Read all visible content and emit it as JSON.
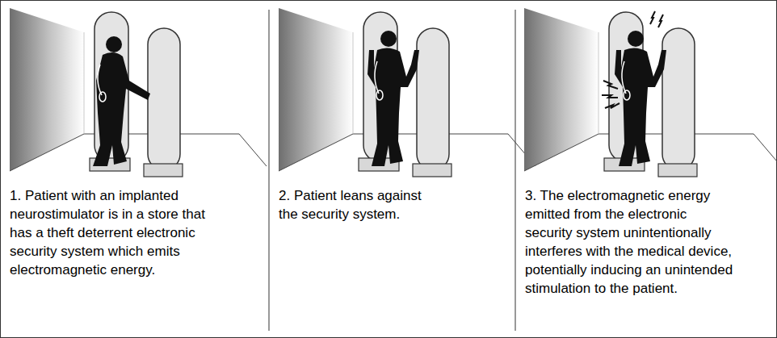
{
  "diagram": {
    "nodes": [
      {
        "text": [
          "1. Patient with an implanted neurostimulator is in a store that has a theft deterrent electronic security system which emits electromagnetic energy."
        ]
      },
      {
        "text": [
          "2. Patient leans against the security system."
        ]
      },
      {
        "text": [
          "3. The electromagnetic energy emitted from the electronic security system unintentionally interferes with the medical device, potentially inducing an unintended stimulation to the patient."
        ]
      }
    ]
  }
}
